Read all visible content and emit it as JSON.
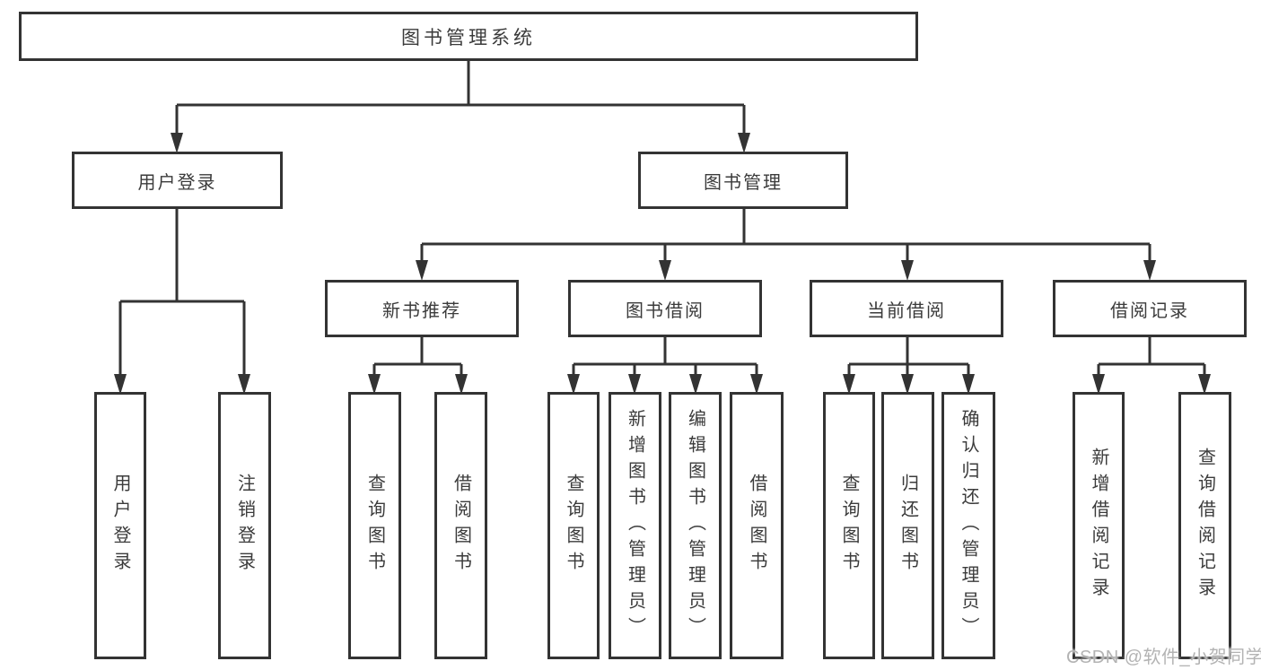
{
  "diagram": {
    "root": "图书管理系统",
    "user_login": {
      "label": "用户登录",
      "children": [
        "用户登录",
        "注销登录"
      ]
    },
    "book_mgmt": {
      "label": "图书管理",
      "sections": {
        "new_books": {
          "label": "新书推荐",
          "children": [
            "查询图书",
            "借阅图书"
          ]
        },
        "borrow": {
          "label": "图书借阅",
          "children": [
            "查询图书",
            "新增图书（管理员）",
            "编辑图书（管理员）",
            "借阅图书"
          ]
        },
        "current": {
          "label": "当前借阅",
          "children": [
            "查询图书",
            "归还图书",
            "确认归还（管理员）"
          ]
        },
        "records": {
          "label": "借阅记录",
          "children": [
            "新增借阅记录",
            "查询借阅记录"
          ]
        }
      }
    }
  },
  "watermark": "CSDN @软件_小贺同学",
  "colors": {
    "line": "#333333",
    "text": "#3b3b3b",
    "watermark": "#b3b3b3",
    "background": "#ffffff"
  }
}
